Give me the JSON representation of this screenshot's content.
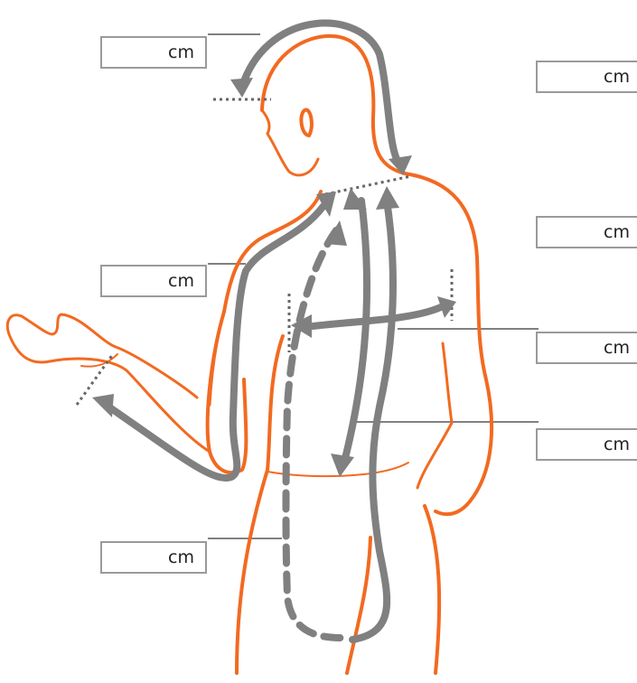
{
  "colors": {
    "body_outline": "#f26a21",
    "arrow": "#808080",
    "box_border": "#9a9a9a"
  },
  "fields": [
    {
      "name": "head-over-measurement",
      "unit": "cm"
    },
    {
      "name": "top-right-measurement",
      "unit": "cm"
    },
    {
      "name": "shoulder-measurement",
      "unit": "cm"
    },
    {
      "name": "arm-length-measurement",
      "unit": "cm"
    },
    {
      "name": "back-width-measurement",
      "unit": "cm"
    },
    {
      "name": "back-length-measurement",
      "unit": "cm"
    },
    {
      "name": "crotch-measurement",
      "unit": "cm"
    }
  ]
}
